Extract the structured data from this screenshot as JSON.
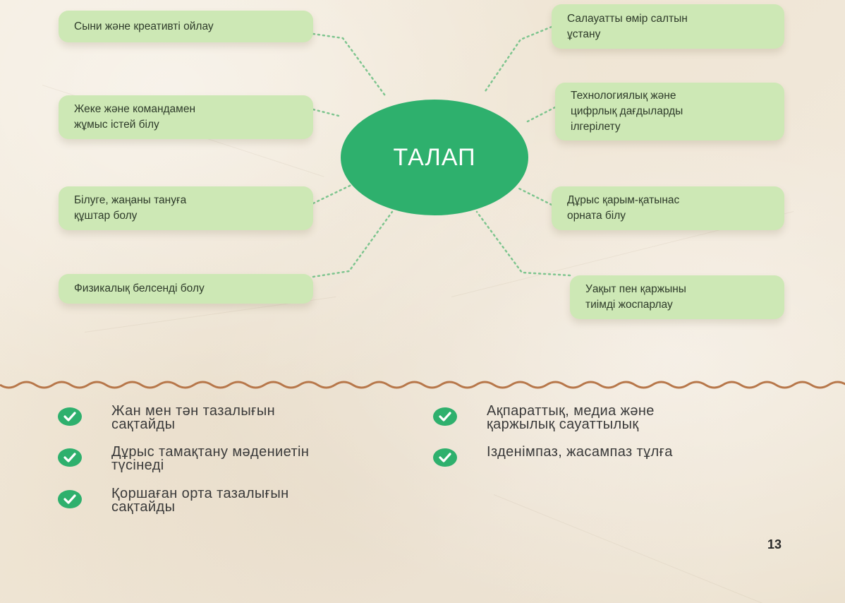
{
  "diagram": {
    "center_label": "ТАЛАП",
    "left_items": [
      {
        "label": "Сыни және креативті ойлау"
      },
      {
        "label": "Жеке және командамен\nжұмыс істей білу"
      },
      {
        "label": "Білуге, жаңаны тануға\nқұштар болу"
      },
      {
        "label": "Физикалық белсенді болу"
      }
    ],
    "right_items": [
      {
        "label": "Салауатты өмір салтын\nұстану"
      },
      {
        "label": "Технологиялық және\nцифрлық дағдыларды\nілгерілету"
      },
      {
        "label": "Дұрыс қарым-қатынас\nорната білу"
      },
      {
        "label": "Уақыт пен қаржыны\nтиімді жоспарлау"
      }
    ]
  },
  "requirements": {
    "left": [
      {
        "text": "Жан мен тән тазалығын\nсақтайды"
      },
      {
        "text": "Дұрыс тамақтану мәдениетін\nтүсінеді"
      },
      {
        "text": "Қоршаған орта тазалығын\nсақтайды"
      }
    ],
    "right": [
      {
        "text": "Ақпараттық, медиа және\nқаржылық сауаттылық"
      },
      {
        "text": "Ізденімпаз, жасампаз тұлға"
      }
    ]
  },
  "page_number": "13",
  "colors": {
    "hub": "#2eb06d",
    "box": "#cde8b5",
    "connector": "#7ec58f",
    "wave": "#b7774a",
    "check": "#2eb06d",
    "background": "#f1e8da"
  },
  "icons": {
    "check": "check-circle-icon"
  }
}
